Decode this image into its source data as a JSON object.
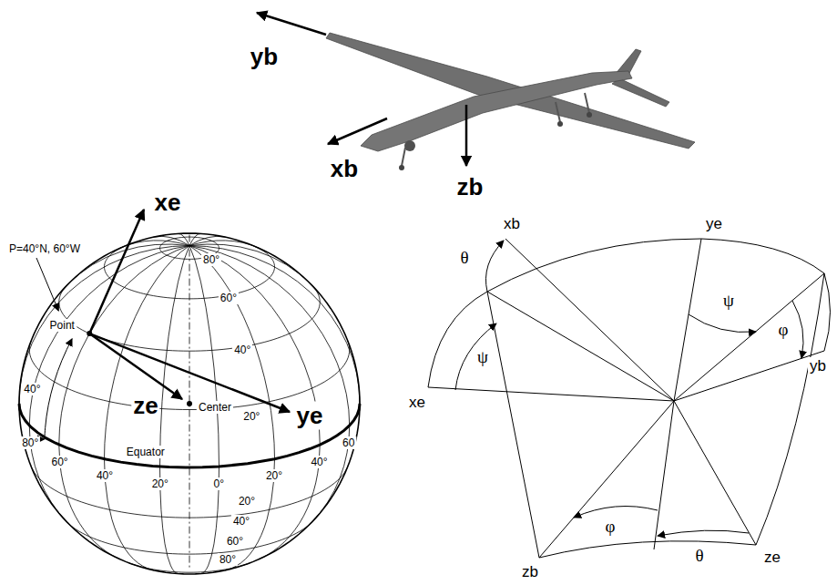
{
  "diagram": {
    "labels": [
      "yb",
      "xb",
      "zb",
      "xe",
      "P=40°N, 60°W",
      "80°",
      "60°",
      "Point",
      "40°",
      "40°",
      "ze",
      "Center",
      "20°",
      "ye",
      "Equator",
      "80°",
      "60°",
      "40°",
      "20°",
      "0°",
      "20°",
      "40°",
      "60",
      "20°",
      "40°",
      "60°",
      "80°",
      "xb",
      "θ",
      "ψ",
      "xe",
      "ye",
      "ψ",
      "φ",
      "yb",
      "φ",
      "θ",
      "zb",
      "ze"
    ]
  }
}
